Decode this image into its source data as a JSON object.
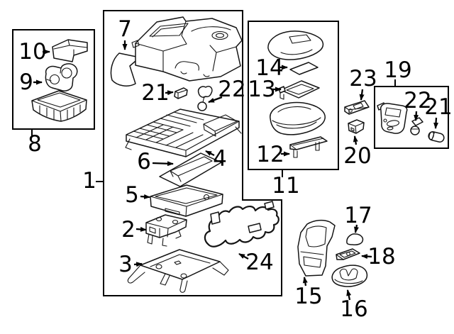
{
  "diagram": {
    "background_color": "#ffffff",
    "line_color": "#000000",
    "callouts": {
      "n1": "1",
      "n2": "2",
      "n3": "3",
      "n4": "4",
      "n5": "5",
      "n6": "6",
      "n7": "7",
      "n8": "8",
      "n9": "9",
      "n10": "10",
      "n11": "11",
      "n12": "12",
      "n13": "13",
      "n14": "14",
      "n15": "15",
      "n16": "16",
      "n17": "17",
      "n18": "18",
      "n19": "19",
      "n20": "20",
      "n21": "21",
      "n22": "22",
      "n23": "23",
      "n24": "24",
      "n21b": "21",
      "n22b": "22"
    },
    "groups": [
      {
        "box_label": "8",
        "member_callouts": [
          "10",
          "9"
        ]
      },
      {
        "box_label": "1",
        "member_callouts": [
          "7",
          "21",
          "22",
          "4",
          "6",
          "5",
          "2",
          "3",
          "24"
        ]
      },
      {
        "box_label": "11",
        "member_callouts": [
          "14",
          "13",
          "12"
        ]
      },
      {
        "box_label": "19",
        "member_callouts": [
          "22",
          "21"
        ]
      }
    ],
    "ungrouped_callouts": [
      "23",
      "20",
      "17",
      "18",
      "15",
      "16"
    ]
  }
}
